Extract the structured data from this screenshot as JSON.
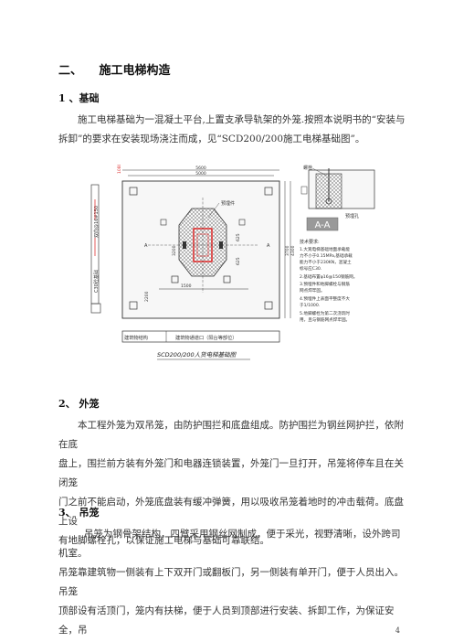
{
  "section": {
    "number": "二、",
    "title": "施工电梯构造"
  },
  "sub1": {
    "title": "1 、基础",
    "para_lines": [
      "施工电梯基础为一混凝土平台,上置支承导轨架的外笼.按照本说明书的“安装与",
      "拆卸”的要求在安装现场浇注而成，见“SCD200/200施工电梯基础图”。"
    ]
  },
  "drawing": {
    "caption": "SCD200/200人货电梯基础图",
    "dims": [
      "5600",
      "5000",
      "1080",
      "3200",
      "3700",
      "4300",
      "625",
      "625",
      "1500",
      "2200"
    ],
    "labels": {
      "left_top": "双向@16#150",
      "left_mid": "C30砼基础",
      "embed": "预埋件",
      "building_structure": "建筑物结构",
      "building_passage": "建筑物通道口（阳台等部位）",
      "bolt": "螺栓",
      "embed_hole": "预埋孔",
      "section": "A-A",
      "marker_a": "A",
      "marker_a2": "A"
    },
    "tech_title": "技术要求:",
    "tech_lines": [
      "1.大箕电梯基础地面承载能",
      "力不小于0.15MPa,基础承载",
      "能力不小于230KN，混凝土",
      "标号应C30.",
      "2.基础布置φ16@150钢筋网。",
      "3.预埋件和地脚螺栓与钢筋",
      "网点焊牢固。",
      "4.预埋件上表面平整度不大",
      "于1/1000.",
      "5.地脚螺栓为第二次浇筑时",
      "用，且与钢筋网点焊牢固。"
    ]
  },
  "sub2": {
    "title": "2、 外笼",
    "para_lines": [
      "本工程外笼为双吊笼，由防护围拦和底盘组成。防护围拦为钢丝网护拦，依附在底",
      "盘上，围拦前方装有外笼门和电器连锁装置，外笼门一旦打开，吊笼将停车且在关闭笼",
      "门之前不能启动，外笼底盘装有缓冲弹簧，用以吸收吊笼着地时的冲击载荷。底盘上设",
      "有地脚螺栓孔，以保证施工电梯与基础可靠联结。"
    ]
  },
  "sub3": {
    "title": "3、 吊笼",
    "para_lines": [
      "吊笼为钢骨架结构，四臂采用钢丝网制成，便于采光，视野清晰，设外跨司机室。",
      "吊笼靠建筑物一侧装有上下双开门或翻板门，另一侧装有单开门，便于人员出入。吊笼",
      "顶部设有活顶门，笼内有扶梯，便于人员到顶部进行安装、拆卸工作，为保证安全，吊"
    ]
  },
  "page_number": "4"
}
